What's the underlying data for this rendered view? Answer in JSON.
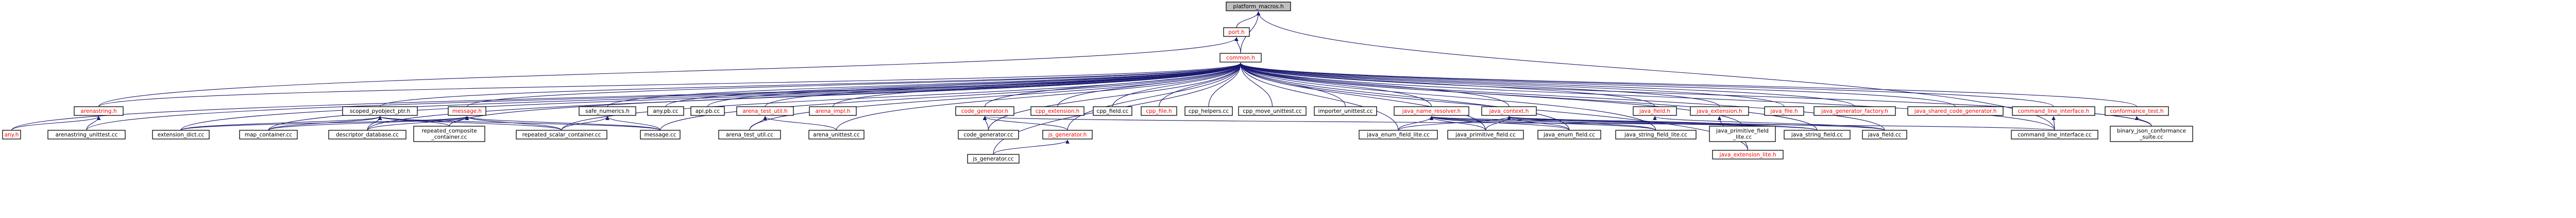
{
  "graph": {
    "colors": {
      "edge": "#191970",
      "node_border": "#000000",
      "root_fill": "#bfbfbf",
      "node_fill": "#ffffff",
      "label_default": "#000000",
      "label_incomplete": "#ff0000"
    },
    "nodes": [
      {
        "id": "platform_macros_h",
        "label": "platform_macros.h",
        "root": true
      },
      {
        "id": "port_h",
        "label": "port.h",
        "incomplete": true
      },
      {
        "id": "common_h",
        "label": "common.h",
        "incomplete": true
      },
      {
        "id": "arenastring_h",
        "label": "arenastring.h",
        "incomplete": true
      },
      {
        "id": "scoped_pyobject_ptr_h",
        "label": "scoped_pyobject_ptr.h"
      },
      {
        "id": "message_h",
        "label": "message.h",
        "incomplete": true
      },
      {
        "id": "safe_numerics_h",
        "label": "safe_numerics.h"
      },
      {
        "id": "any_pb_cc",
        "label": "any.pb.cc"
      },
      {
        "id": "api_pb_cc",
        "label": "api.pb.cc"
      },
      {
        "id": "arena_test_util_h",
        "label": "arena_test_util.h",
        "incomplete": true
      },
      {
        "id": "arena_impl_h",
        "label": "arena_impl.h",
        "incomplete": true
      },
      {
        "id": "code_generator_h",
        "label": "code_generator.h",
        "incomplete": true
      },
      {
        "id": "cpp_extension_h",
        "label": "cpp_extension.h",
        "incomplete": true
      },
      {
        "id": "cpp_field_cc",
        "label": "cpp_field.cc"
      },
      {
        "id": "cpp_file_h",
        "label": "cpp_file.h",
        "incomplete": true
      },
      {
        "id": "cpp_helpers_cc",
        "label": "cpp_helpers.cc"
      },
      {
        "id": "cpp_move_unittest_cc",
        "label": "cpp_move_unittest.cc"
      },
      {
        "id": "importer_unittest_cc",
        "label": "importer_unittest.cc"
      },
      {
        "id": "java_name_resolver_h",
        "label": "java_name_resolver.h",
        "incomplete": true
      },
      {
        "id": "java_context_h",
        "label": "java_context.h",
        "incomplete": true
      },
      {
        "id": "java_field_h",
        "label": "java_field.h",
        "incomplete": true
      },
      {
        "id": "java_extension_h",
        "label": "java_extension.h",
        "incomplete": true
      },
      {
        "id": "java_file_h",
        "label": "java_file.h",
        "incomplete": true
      },
      {
        "id": "java_generator_factory_h",
        "label": "java_generator_factory.h",
        "incomplete": true
      },
      {
        "id": "java_shared_code_generator_h",
        "label": "java_shared_code_generator.h",
        "incomplete": true
      },
      {
        "id": "command_line_interface_h",
        "label": "command_line_interface.h",
        "incomplete": true
      },
      {
        "id": "conformance_test_h",
        "label": "conformance_test.h",
        "incomplete": true
      },
      {
        "id": "any_h",
        "label": "any.h",
        "incomplete": true
      },
      {
        "id": "arenastring_unittest_cc",
        "label": "arenastring_unittest.cc"
      },
      {
        "id": "extension_dict_cc",
        "label": "extension_dict.cc"
      },
      {
        "id": "map_container_cc",
        "label": "map_container.cc"
      },
      {
        "id": "descriptor_database_cc",
        "label": "descriptor_database.cc"
      },
      {
        "id": "repeated_composite_container_cc",
        "label": [
          "repeated_composite",
          "_container.cc"
        ]
      },
      {
        "id": "repeated_scalar_container_cc",
        "label": "repeated_scalar_container.cc"
      },
      {
        "id": "message_cc",
        "label": "message.cc"
      },
      {
        "id": "arena_test_util_cc",
        "label": "arena_test_util.cc"
      },
      {
        "id": "arena_unittest_cc",
        "label": "arena_unittest.cc"
      },
      {
        "id": "code_generator_cc",
        "label": "code_generator.cc"
      },
      {
        "id": "js_generator_h",
        "label": "js_generator.h",
        "incomplete": true
      },
      {
        "id": "js_generator_cc",
        "label": "js_generator.cc"
      },
      {
        "id": "java_enum_field_lite_cc",
        "label": "java_enum_field_lite.cc"
      },
      {
        "id": "java_primitive_field_cc",
        "label": "java_primitive_field.cc"
      },
      {
        "id": "java_enum_field_cc",
        "label": "java_enum_field.cc"
      },
      {
        "id": "java_string_field_lite_cc",
        "label": "java_string_field_lite.cc"
      },
      {
        "id": "java_primitive_field_lite_cc",
        "label": [
          "java_primitive_field",
          "_lite.cc"
        ]
      },
      {
        "id": "java_string_field_cc",
        "label": "java_string_field.cc"
      },
      {
        "id": "java_field_cc",
        "label": "java_field.cc"
      },
      {
        "id": "java_extension_lite_h",
        "label": "java_extension_lite.h",
        "incomplete": true
      },
      {
        "id": "command_line_interface_cc",
        "label": "command_line_interface.cc"
      },
      {
        "id": "binary_json_conformance_suite_cc",
        "label": [
          "binary_json_conformance",
          "_suite.cc"
        ]
      }
    ],
    "edges": [
      [
        "port_h",
        "platform_macros_h"
      ],
      [
        "common_h",
        "platform_macros_h"
      ],
      [
        "common_h",
        "port_h"
      ],
      [
        "arenastring_h",
        "port_h"
      ],
      [
        "command_line_interface_cc",
        "platform_macros_h"
      ],
      [
        "arenastring_h",
        "common_h"
      ],
      [
        "scoped_pyobject_ptr_h",
        "common_h"
      ],
      [
        "message_h",
        "common_h"
      ],
      [
        "safe_numerics_h",
        "common_h"
      ],
      [
        "any_pb_cc",
        "common_h"
      ],
      [
        "api_pb_cc",
        "common_h"
      ],
      [
        "arena_test_util_h",
        "common_h"
      ],
      [
        "arena_impl_h",
        "common_h"
      ],
      [
        "code_generator_h",
        "common_h"
      ],
      [
        "cpp_extension_h",
        "common_h"
      ],
      [
        "cpp_field_cc",
        "common_h"
      ],
      [
        "cpp_file_h",
        "common_h"
      ],
      [
        "cpp_helpers_cc",
        "common_h"
      ],
      [
        "cpp_move_unittest_cc",
        "common_h"
      ],
      [
        "importer_unittest_cc",
        "common_h"
      ],
      [
        "java_name_resolver_h",
        "common_h"
      ],
      [
        "java_context_h",
        "common_h"
      ],
      [
        "java_field_h",
        "common_h"
      ],
      [
        "java_extension_h",
        "common_h"
      ],
      [
        "java_file_h",
        "common_h"
      ],
      [
        "java_generator_factory_h",
        "common_h"
      ],
      [
        "java_shared_code_generator_h",
        "common_h"
      ],
      [
        "command_line_interface_h",
        "common_h"
      ],
      [
        "conformance_test_h",
        "common_h"
      ],
      [
        "any_h",
        "common_h"
      ],
      [
        "arenastring_unittest_cc",
        "common_h"
      ],
      [
        "extension_dict_cc",
        "common_h"
      ],
      [
        "map_container_cc",
        "common_h"
      ],
      [
        "descriptor_database_cc",
        "common_h"
      ],
      [
        "repeated_composite_container_cc",
        "common_h"
      ],
      [
        "repeated_scalar_container_cc",
        "common_h"
      ],
      [
        "message_cc",
        "common_h"
      ],
      [
        "arena_test_util_cc",
        "common_h"
      ],
      [
        "arena_unittest_cc",
        "common_h"
      ],
      [
        "code_generator_cc",
        "common_h"
      ],
      [
        "js_generator_h",
        "common_h"
      ],
      [
        "js_generator_cc",
        "common_h"
      ],
      [
        "java_enum_field_lite_cc",
        "common_h"
      ],
      [
        "java_primitive_field_cc",
        "common_h"
      ],
      [
        "java_enum_field_cc",
        "common_h"
      ],
      [
        "java_string_field_lite_cc",
        "common_h"
      ],
      [
        "java_primitive_field_lite_cc",
        "common_h"
      ],
      [
        "java_string_field_cc",
        "common_h"
      ],
      [
        "java_field_cc",
        "common_h"
      ],
      [
        "java_extension_lite_h",
        "common_h"
      ],
      [
        "command_line_interface_cc",
        "common_h"
      ],
      [
        "binary_json_conformance_suite_cc",
        "common_h"
      ],
      [
        "any_h",
        "arenastring_h"
      ],
      [
        "arenastring_unittest_cc",
        "arenastring_h"
      ],
      [
        "extension_dict_cc",
        "scoped_pyobject_ptr_h"
      ],
      [
        "map_container_cc",
        "scoped_pyobject_ptr_h"
      ],
      [
        "descriptor_database_cc",
        "scoped_pyobject_ptr_h"
      ],
      [
        "repeated_composite_container_cc",
        "scoped_pyobject_ptr_h"
      ],
      [
        "repeated_scalar_container_cc",
        "scoped_pyobject_ptr_h"
      ],
      [
        "message_cc",
        "scoped_pyobject_ptr_h"
      ],
      [
        "extension_dict_cc",
        "message_h"
      ],
      [
        "map_container_cc",
        "message_h"
      ],
      [
        "descriptor_database_cc",
        "message_h"
      ],
      [
        "repeated_composite_container_cc",
        "message_h"
      ],
      [
        "repeated_scalar_container_cc",
        "message_h"
      ],
      [
        "message_cc",
        "message_h"
      ],
      [
        "repeated_scalar_container_cc",
        "safe_numerics_h"
      ],
      [
        "message_cc",
        "safe_numerics_h"
      ],
      [
        "arena_test_util_cc",
        "arena_test_util_h"
      ],
      [
        "arena_unittest_cc",
        "arena_test_util_h"
      ],
      [
        "code_generator_cc",
        "code_generator_h"
      ],
      [
        "js_generator_h",
        "code_generator_h"
      ],
      [
        "command_line_interface_cc",
        "code_generator_h"
      ],
      [
        "js_generator_cc",
        "js_generator_h"
      ],
      [
        "java_enum_field_lite_cc",
        "java_name_resolver_h"
      ],
      [
        "java_primitive_field_cc",
        "java_name_resolver_h"
      ],
      [
        "java_enum_field_cc",
        "java_name_resolver_h"
      ],
      [
        "java_string_field_lite_cc",
        "java_name_resolver_h"
      ],
      [
        "java_primitive_field_lite_cc",
        "java_name_resolver_h"
      ],
      [
        "java_string_field_cc",
        "java_name_resolver_h"
      ],
      [
        "java_enum_field_lite_cc",
        "java_context_h"
      ],
      [
        "java_primitive_field_cc",
        "java_context_h"
      ],
      [
        "java_enum_field_cc",
        "java_context_h"
      ],
      [
        "java_string_field_lite_cc",
        "java_context_h"
      ],
      [
        "java_primitive_field_lite_cc",
        "java_context_h"
      ],
      [
        "java_string_field_cc",
        "java_context_h"
      ],
      [
        "java_field_cc",
        "java_context_h"
      ],
      [
        "java_field_cc",
        "java_field_h"
      ],
      [
        "java_extension_lite_h",
        "java_extension_h"
      ],
      [
        "command_line_interface_cc",
        "command_line_interface_h"
      ],
      [
        "binary_json_conformance_suite_cc",
        "conformance_test_h"
      ]
    ]
  }
}
